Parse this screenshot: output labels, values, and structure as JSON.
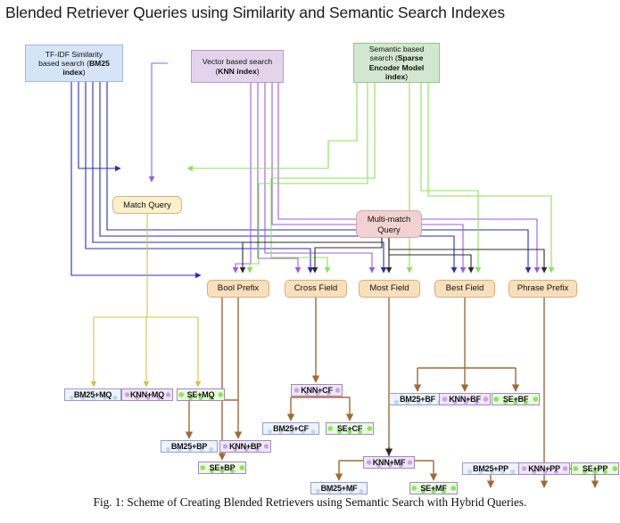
{
  "figure": {
    "title": "Blended Retriever Queries using Similarity and Semantic Search Indexes",
    "caption": "Fig. 1: Scheme of Creating Blended Retrievers using Semantic Search with Hybrid Queries."
  },
  "colors": {
    "bm25_edge": "#2b2bbd",
    "knn_edge": "#9a5ce0",
    "multimatch_edge": "#2b2b2b",
    "se_edge": "#86 e05a",
    "se_edge_hex": "#8ce05a",
    "match_query_edge": "#cfc44a",
    "query_type_edge": "#a06a33",
    "bm25_box_fill": "#d6e4f7",
    "knn_box_fill": "#e3d4ec",
    "se_box_fill": "#d2e7cf",
    "match_query_fill": "#fbf0c9",
    "multi_match_fill": "#f2d2d1",
    "query_type_fill": "#fadfbc"
  },
  "sources": [
    {
      "id": "bm25",
      "name": "tf-idf-bm25-source",
      "line1": "TF-IDF Similarity",
      "line2": "based search (",
      "bold": "BM25 index",
      "line3": ")",
      "text": "TF-IDF Similarity based search (BM25 index)"
    },
    {
      "id": "knn",
      "name": "vector-knn-source",
      "line1": "Vector based search",
      "bold": "KNN index",
      "text": "Vector based search (KNN index)"
    },
    {
      "id": "se",
      "name": "semantic-sparse-encoder-source",
      "line1": "Semantic based",
      "line2": "search (",
      "bold": "Sparse Encoder Model index",
      "line3": ")",
      "text": "Semantic based search (Sparse Encoder Model index)"
    }
  ],
  "queries": {
    "match_query": "Match Query",
    "multi_match_query_line1": "Multi-match",
    "multi_match_query_line2": "Query",
    "multi_match_query": "Multi-match Query"
  },
  "query_types": [
    {
      "id": "bp",
      "label": "Bool Prefix"
    },
    {
      "id": "cf",
      "label": "Cross Field"
    },
    {
      "id": "mf",
      "label": "Most Field"
    },
    {
      "id": "bf",
      "label": "Best Field"
    },
    {
      "id": "pp",
      "label": "Phrase Prefix"
    }
  ],
  "leaves": {
    "mq": [
      {
        "id": "bm25-mq",
        "label": "BM25+MQ",
        "kind": "bm25"
      },
      {
        "id": "knn-mq",
        "label": "KNN+MQ",
        "kind": "knn"
      },
      {
        "id": "se-mq",
        "label": "SE+MQ",
        "kind": "se"
      }
    ],
    "bp": [
      {
        "id": "bm25-bp",
        "label": "BM25+BP",
        "kind": "bm25"
      },
      {
        "id": "knn-bp",
        "label": "KNN+BP",
        "kind": "knn"
      },
      {
        "id": "se-bp",
        "label": "SE+BP",
        "kind": "se"
      }
    ],
    "cf": [
      {
        "id": "knn-cf",
        "label": "KNN+CF",
        "kind": "knn"
      },
      {
        "id": "bm25-cf",
        "label": "BM25+CF",
        "kind": "bm25"
      },
      {
        "id": "se-cf",
        "label": "SE+CF",
        "kind": "se"
      }
    ],
    "bf": [
      {
        "id": "bm25-bf",
        "label": "BM25+BF",
        "kind": "bm25"
      },
      {
        "id": "knn-bf",
        "label": "KNN+BF",
        "kind": "knn"
      },
      {
        "id": "se-bf",
        "label": "SE+BF",
        "kind": "se"
      }
    ],
    "mf": [
      {
        "id": "knn-mf",
        "label": "KNN+MF",
        "kind": "knn"
      },
      {
        "id": "bm25-mf",
        "label": "BM25+MF",
        "kind": "bm25"
      },
      {
        "id": "se-mf",
        "label": "SE+MF",
        "kind": "se"
      }
    ],
    "pp": [
      {
        "id": "bm25-pp",
        "label": "BM25+PP",
        "kind": "bm25"
      },
      {
        "id": "knn-pp",
        "label": "KNN+PP",
        "kind": "knn"
      },
      {
        "id": "se-pp",
        "label": "SE+PP",
        "kind": "se"
      }
    ]
  }
}
